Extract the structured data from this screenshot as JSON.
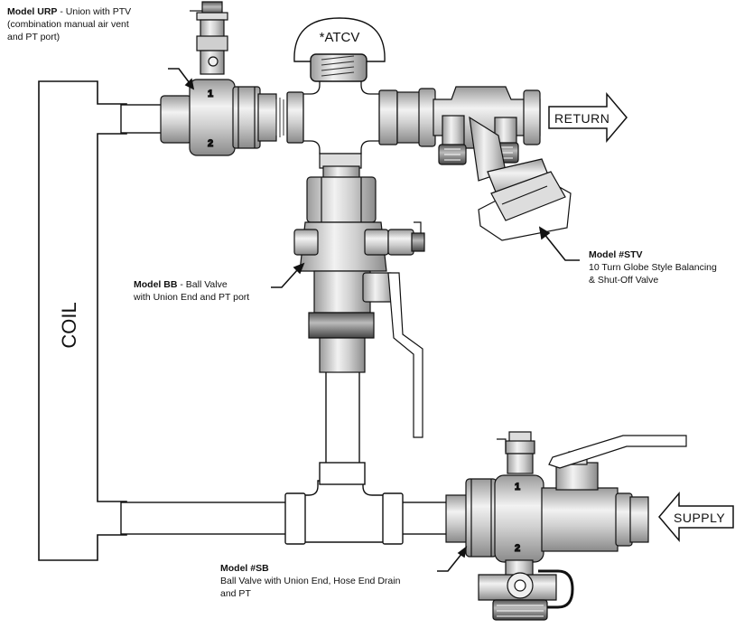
{
  "labels": {
    "coil": "COIL",
    "atcv": "*ATCV",
    "return": "RETURN",
    "supply": "SUPPLY",
    "port_1": "1",
    "port_2": "2"
  },
  "callouts": {
    "urp": {
      "model": "Model URP",
      "sep": " - ",
      "line1": "Union with PTV",
      "line2": "(combination manual air vent",
      "line3": "and PT port)"
    },
    "stv": {
      "model": "Model #STV",
      "line1": "10 Turn Globe Style Balancing",
      "line2": "& Shut-Off Valve"
    },
    "bb": {
      "model": "Model BB",
      "sep": " - ",
      "line1": "Ball Valve",
      "line2": "with Union End and PT port"
    },
    "sb": {
      "model": "Model #SB",
      "line1": "Ball Valve with Union End, Hose End Drain",
      "line2": "and PT"
    }
  },
  "colors": {
    "line": "#111111",
    "metal_light": "#e6e6e6",
    "metal_mid": "#bdbdbd",
    "metal_dark": "#7a7a7a",
    "pipe": "#ffffff"
  }
}
